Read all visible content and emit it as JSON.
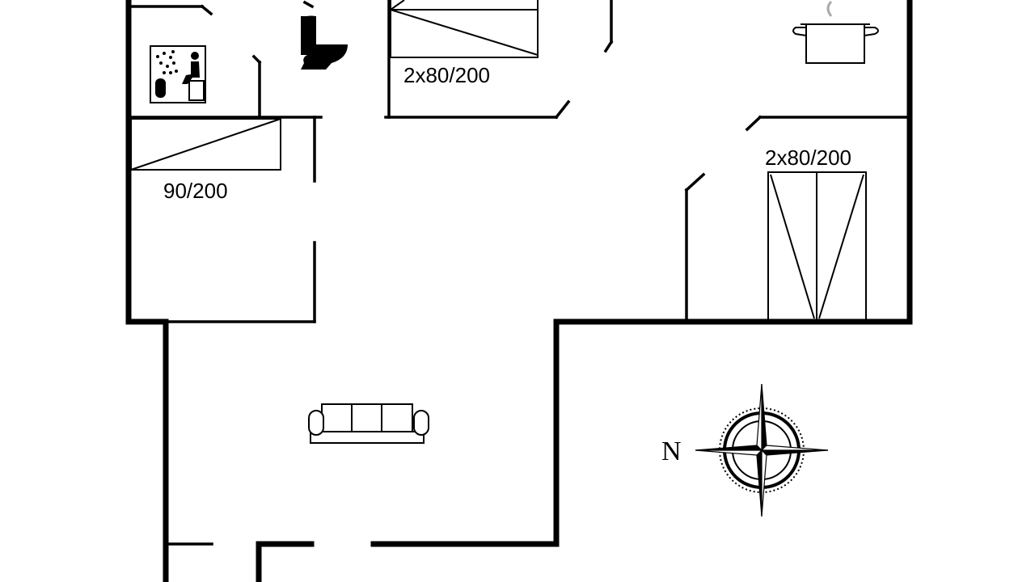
{
  "floorplan": {
    "labels": {
      "bed_top": "2x80/200",
      "bed_right": "2x80/200",
      "bed_left": "90/200",
      "north": "N"
    },
    "icons": {
      "sauna": "sauna-icon",
      "toilet": "toilet-icon",
      "stove": "cooking-pot-icon",
      "sofa": "sofa-icon",
      "compass": "compass-rose-icon"
    },
    "colors": {
      "ink": "#000000",
      "background": "#ffffff"
    }
  }
}
